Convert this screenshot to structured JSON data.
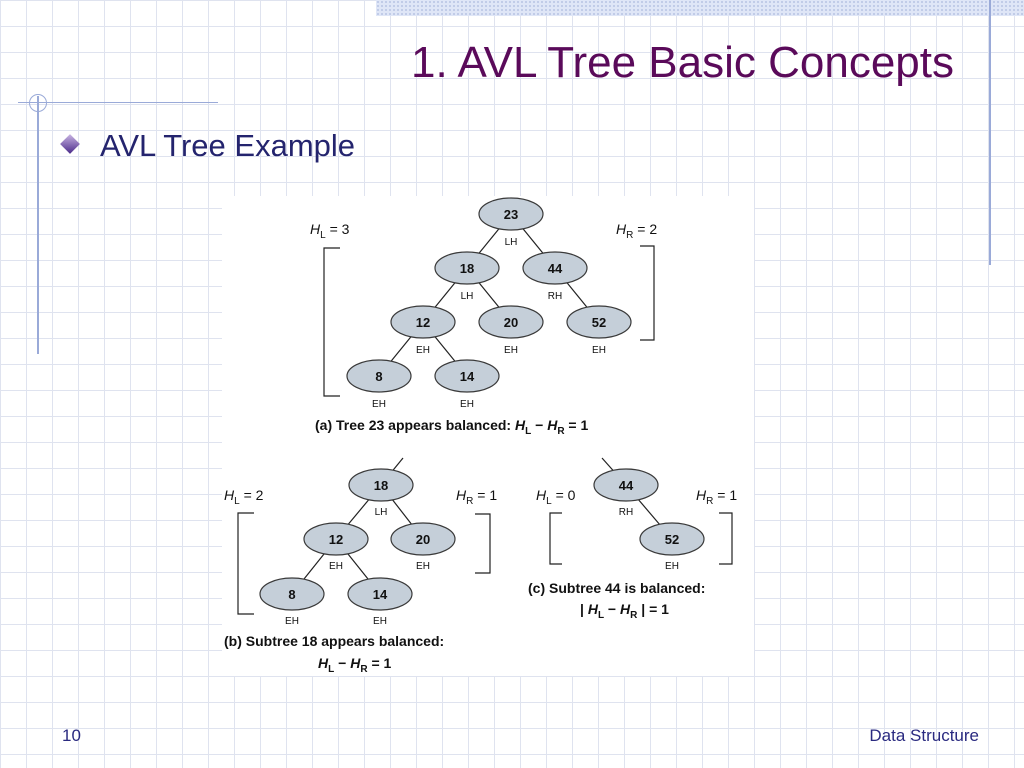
{
  "slide": {
    "title": "1. AVL Tree Basic Concepts",
    "bullet": "AVL Tree Example",
    "page_number": "10",
    "footer": "Data Structure"
  },
  "figure_a": {
    "hl_value": "3",
    "hr_value": "2",
    "nodes": [
      {
        "key": "23",
        "balance": "LH"
      },
      {
        "key": "18",
        "balance": "LH"
      },
      {
        "key": "44",
        "balance": "RH"
      },
      {
        "key": "12",
        "balance": "EH"
      },
      {
        "key": "20",
        "balance": "EH"
      },
      {
        "key": "52",
        "balance": "EH"
      },
      {
        "key": "8",
        "balance": "EH"
      },
      {
        "key": "14",
        "balance": "EH"
      }
    ],
    "caption_prefix": "(a) Tree 23 appears balanced:",
    "caption_value": "1"
  },
  "figure_b": {
    "hl_value": "2",
    "hr_value": "1",
    "nodes": [
      {
        "key": "18",
        "balance": "LH"
      },
      {
        "key": "12",
        "balance": "EH"
      },
      {
        "key": "20",
        "balance": "EH"
      },
      {
        "key": "8",
        "balance": "EH"
      },
      {
        "key": "14",
        "balance": "EH"
      }
    ],
    "caption_prefix": "(b) Subtree 18 appears balanced:",
    "caption_value": "1"
  },
  "figure_c": {
    "hl_value": "0",
    "hr_value": "1",
    "nodes": [
      {
        "key": "44",
        "balance": "RH"
      },
      {
        "key": "52",
        "balance": "EH"
      }
    ],
    "caption_prefix": "(c) Subtree 44 is balanced:",
    "caption_value": "1"
  },
  "colors": {
    "title": "#5a0a5a",
    "text": "#24246e",
    "node_fill": "#c5cfd9",
    "node_stroke": "#3a3a3a"
  }
}
